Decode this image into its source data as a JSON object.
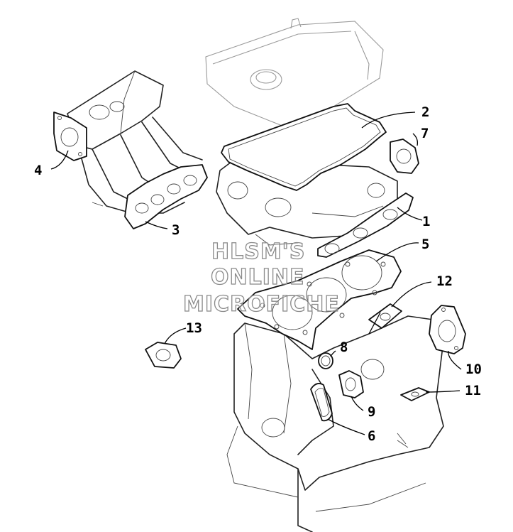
{
  "watermark": {
    "line1": "HLSM'S",
    "line2": "ONLINE",
    "line3": "MICROFICHE"
  },
  "callouts": [
    {
      "id": "callout-1",
      "label": "1"
    },
    {
      "id": "callout-2",
      "label": "2"
    },
    {
      "id": "callout-3",
      "label": "3"
    },
    {
      "id": "callout-4",
      "label": "4"
    },
    {
      "id": "callout-5",
      "label": "5"
    },
    {
      "id": "callout-6",
      "label": "6"
    },
    {
      "id": "callout-7",
      "label": "7"
    },
    {
      "id": "callout-8",
      "label": "8"
    },
    {
      "id": "callout-9",
      "label": "9"
    },
    {
      "id": "callout-10",
      "label": "10"
    },
    {
      "id": "callout-11",
      "label": "11"
    },
    {
      "id": "callout-12",
      "label": "12"
    },
    {
      "id": "callout-13",
      "label": "13"
    }
  ]
}
